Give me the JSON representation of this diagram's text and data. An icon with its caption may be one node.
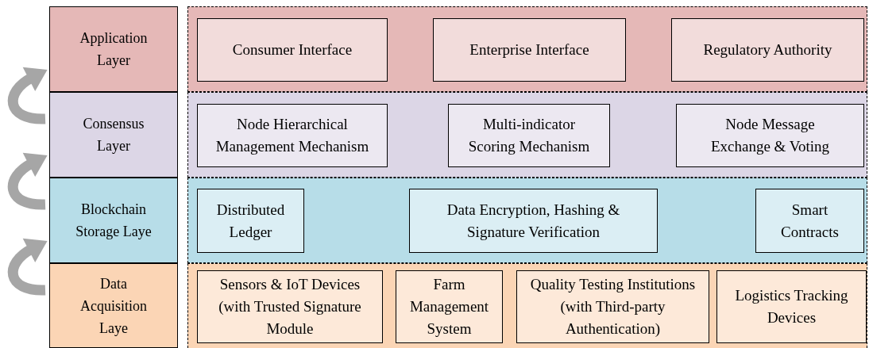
{
  "diagram": {
    "nodes": [
      {
        "text": [
          "Application Layer"
        ]
      },
      {
        "text": [],
        "shape": "box"
      },
      {
        "text": [
          "Consumer Interface"
        ],
        "in": 1
      },
      {
        "text": [
          "Enterprise Interface"
        ],
        "in": 1
      },
      {
        "text": [
          "Regulatory Authority"
        ],
        "in": 1
      },
      {
        "text": [
          "Consensus Layer"
        ]
      },
      {
        "text": [],
        "shape": "box"
      },
      {
        "text": [
          "Node Hierarchical Management Mechanism"
        ],
        "in": 6
      },
      {
        "text": [
          "Multi-indicator Scoring Mechanism"
        ],
        "in": 6
      },
      {
        "text": [
          "Node Message Exchange & Voting"
        ],
        "in": 6
      },
      {
        "text": [
          "Blockchain Storage Laye"
        ]
      },
      {
        "text": [],
        "shape": "box"
      },
      {
        "text": [
          "Distributed Ledger"
        ],
        "in": 11
      },
      {
        "text": [
          "Data Encryption, Hashing & Signature Verification"
        ],
        "in": 11
      },
      {
        "text": [
          "Smart Contracts"
        ],
        "in": 11
      },
      {
        "text": [
          "Data Acquisition Laye"
        ]
      },
      {
        "text": [],
        "shape": "box"
      },
      {
        "text": [
          "Sensors & IoT Devices (with Trusted Signature Module"
        ],
        "in": 16
      },
      {
        "text": [
          "Farm Management System"
        ],
        "in": 16
      },
      {
        "text": [
          "Quality Testing Institutions (with Third-party Authentication)"
        ],
        "in": 16
      },
      {
        "text": [
          "Logistics Tracking Devices"
        ],
        "in": 16
      }
    ],
    "edges": [
      {
        "from": 5,
        "to": 0,
        "arrow": "to"
      },
      {
        "from": 10,
        "to": 5,
        "arrow": "to"
      },
      {
        "from": 15,
        "to": 10,
        "arrow": "to"
      }
    ]
  }
}
